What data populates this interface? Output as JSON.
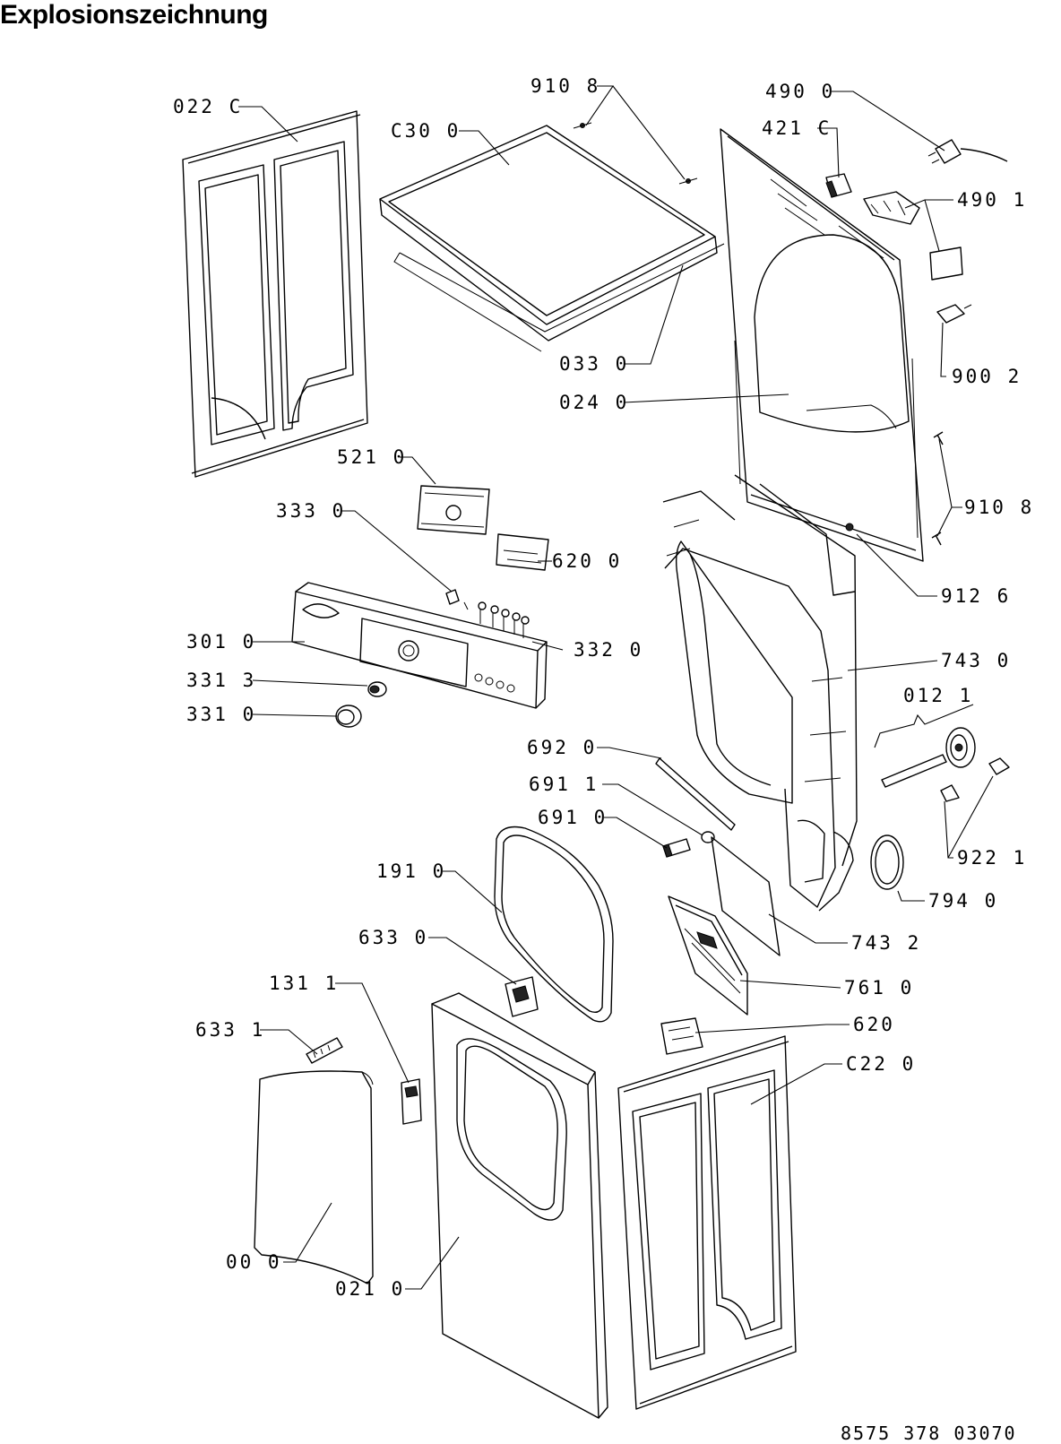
{
  "title": "Explosionszeichnung",
  "document_number": "8575 378 03070",
  "parts": [
    {
      "label": "022 C"
    },
    {
      "label": "C30 0"
    },
    {
      "label": "910 8"
    },
    {
      "label": "490 0"
    },
    {
      "label": "421 C"
    },
    {
      "label": "490 1"
    },
    {
      "label": "033 0"
    },
    {
      "label": "900 2"
    },
    {
      "label": "024 0"
    },
    {
      "label": "521 0"
    },
    {
      "label": "333 0"
    },
    {
      "label": "620 0"
    },
    {
      "label": "910 8"
    },
    {
      "label": "912 6"
    },
    {
      "label": "301 0"
    },
    {
      "label": "332 0"
    },
    {
      "label": "331 3"
    },
    {
      "label": "331 0"
    },
    {
      "label": "743 0"
    },
    {
      "label": "012 1"
    },
    {
      "label": "692 0"
    },
    {
      "label": "691 1"
    },
    {
      "label": "691 0"
    },
    {
      "label": "922 1"
    },
    {
      "label": "191 0"
    },
    {
      "label": "794 0"
    },
    {
      "label": "743 2"
    },
    {
      "label": "633 0"
    },
    {
      "label": "761 0"
    },
    {
      "label": "131 1"
    },
    {
      "label": "620"
    },
    {
      "label": "633 1"
    },
    {
      "label": "C22 0"
    },
    {
      "label": "00 0"
    },
    {
      "label": "021 0"
    }
  ]
}
